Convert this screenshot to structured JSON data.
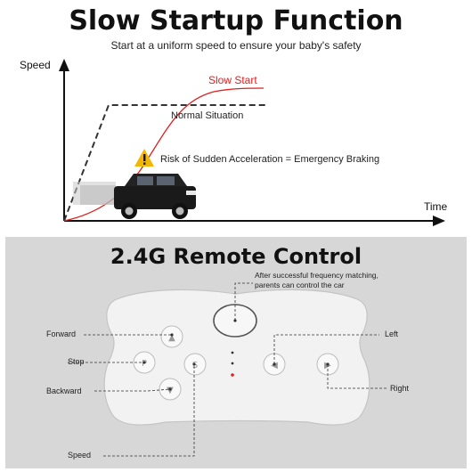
{
  "header": {
    "title": "Slow Startup Function",
    "subtitle": "Start at a uniform speed to ensure your baby's safety"
  },
  "graph": {
    "y_axis_label": "Speed",
    "x_axis_label": "Time",
    "slow_start_label": "Slow Start",
    "normal_label": "Normal Situation",
    "risk_label": "Risk of Sudden Acceleration = Emergency Braking",
    "colors": {
      "slow_curve": "#e02020",
      "normal_line": "#333333",
      "warning": "#f2b705"
    },
    "icons": [
      "warning-icon",
      "toy-car-image"
    ]
  },
  "remote": {
    "title": "2.4G Remote Control",
    "note_line1": "After successful frequency matching,",
    "note_line2": "parents can control the car",
    "labels": {
      "forward": "Forward",
      "stop": "Stop",
      "backward": "Backward",
      "speed": "Speed",
      "left": "Left",
      "right": "Right"
    }
  }
}
